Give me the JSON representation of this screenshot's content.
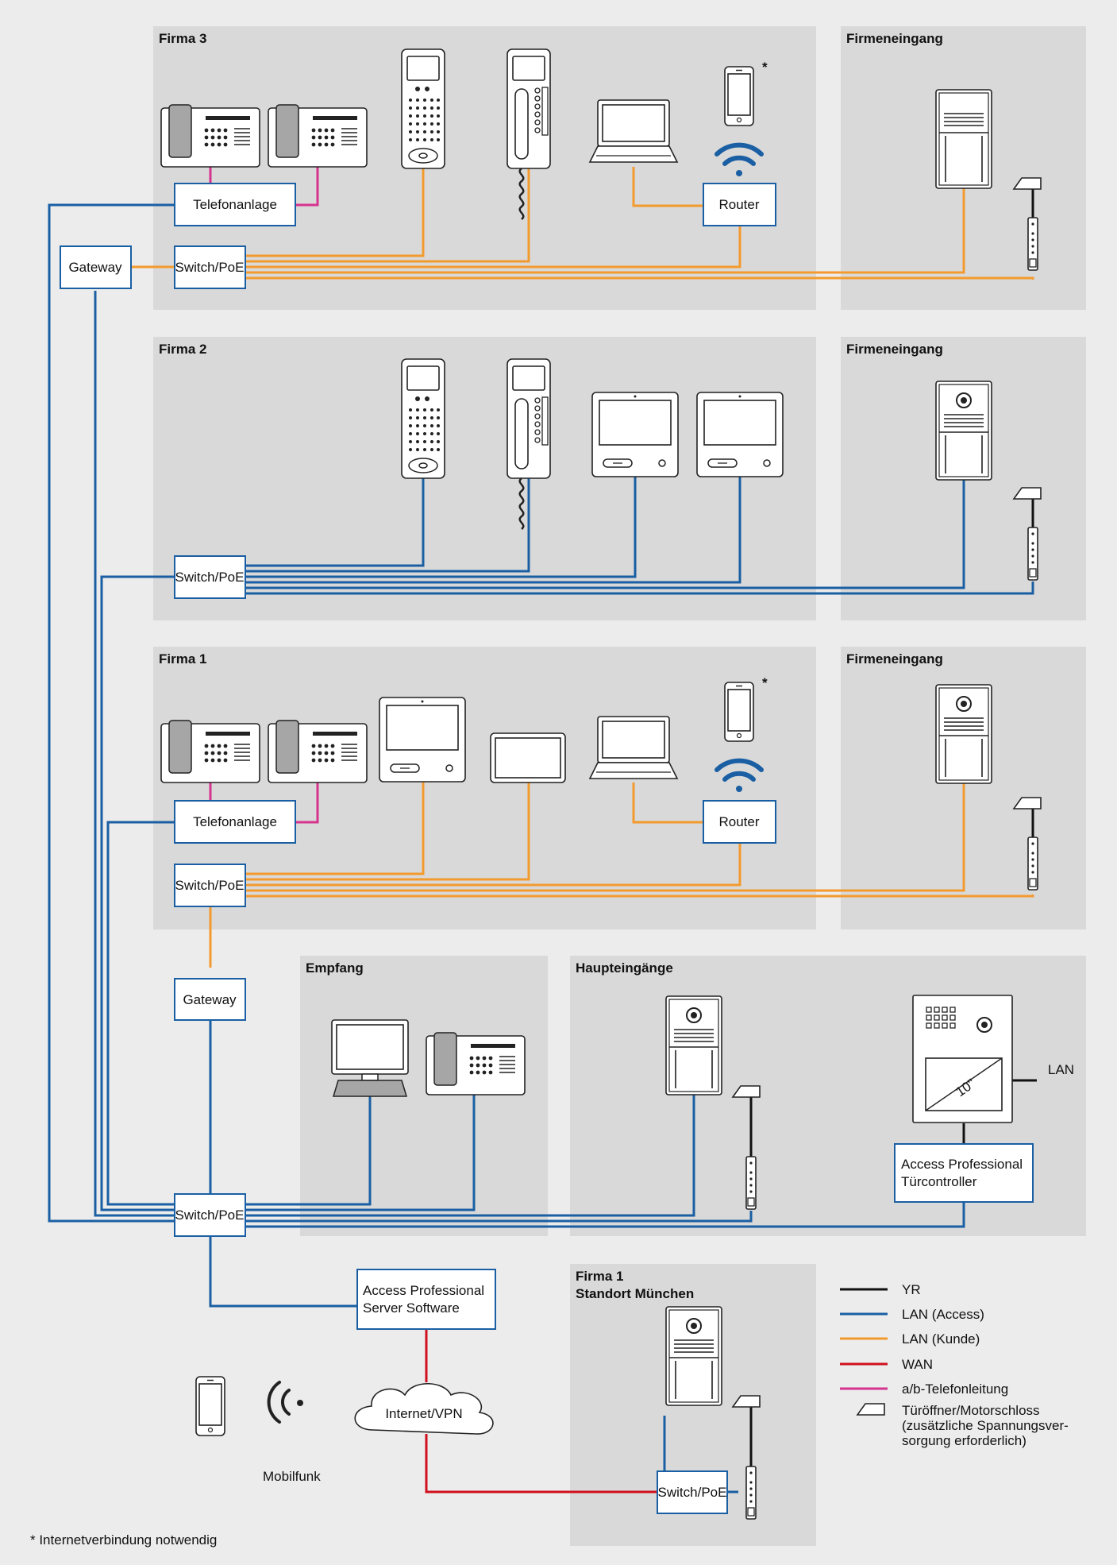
{
  "zones": {
    "firma3": "Firma 3",
    "firma2": "Firma 2",
    "firma1": "Firma 1",
    "firmeneingang": "Firmeneingang",
    "empfang": "Empfang",
    "haupteingaenge": "Haupteingänge",
    "muenchen_line1": "Firma 1",
    "muenchen_line2": "Standort München"
  },
  "boxes": {
    "telefonanlage": "Telefonanlage",
    "router": "Router",
    "gateway": "Gateway",
    "switch": "Switch/PoE",
    "ap_controller_line1": "Access Professional",
    "ap_controller_line2": "Türcontroller",
    "ap_server_line1": "Access Professional",
    "ap_server_line2": "Server Software",
    "internet": "Internet/VPN"
  },
  "labels": {
    "lan": "LAN",
    "mobilfunk": "Mobilfunk",
    "asterisk": "*",
    "monitor_size": "10\"",
    "footnote": "* Internetverbindung notwendig"
  },
  "legend": {
    "items": [
      {
        "label": "YR",
        "color": "#111111"
      },
      {
        "label": "LAN (Access)",
        "color": "#1a5fa3"
      },
      {
        "label": "LAN (Kunde)",
        "color": "#f39a2e"
      },
      {
        "label": "WAN",
        "color": "#d0101e"
      },
      {
        "label": "a/b-Telefonleitung",
        "color": "#d6338f"
      }
    ],
    "door_opener_line1": "Türöffner/Motorschloss",
    "door_opener_line2": "(zusätzliche Spannungsver-",
    "door_opener_line3": "sorgung erforderlich)"
  },
  "colors": {
    "lan_access": "#1a5fa3",
    "lan_kunde": "#f39a2e",
    "wan": "#d0101e",
    "ab_line": "#d6338f",
    "zone_fill": "#d9d9d9"
  }
}
